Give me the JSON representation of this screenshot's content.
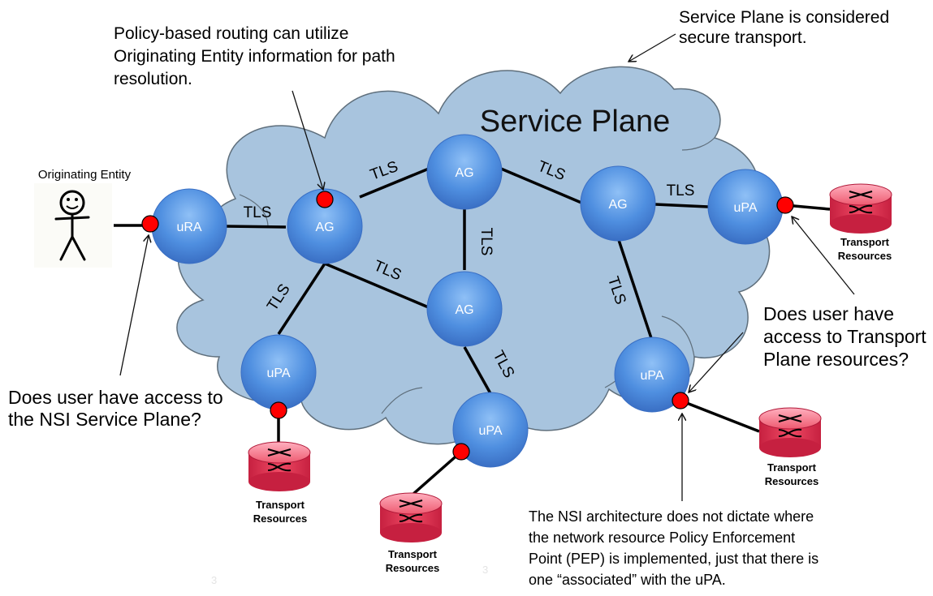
{
  "plane_label": "Service Plane",
  "annotations": {
    "service_plane_secure": [
      "Service Plane is considered",
      "secure transport."
    ],
    "policy_routing": [
      "Policy-based routing can utilize",
      "Originating Entity information for path",
      "resolution."
    ],
    "user_access_nsi": [
      "Does user have access to",
      "the NSI Service Plane?"
    ],
    "user_access_transport": [
      "Does user have",
      "access to Transport",
      "Plane resources?"
    ],
    "nsi_pep": [
      "The NSI architecture does not dictate where",
      "the network resource Policy Enforcement",
      "Point (PEP) is implemented, just that there is",
      "one “associated” with the uPA."
    ]
  },
  "originating_entity_label": "Originating Entity",
  "nodes": {
    "ura": "uRA",
    "ag_left": "AG",
    "ag_top": "AG",
    "ag_mid": "AG",
    "ag_right": "AG",
    "upa_topright": "uPA",
    "upa_bottomleft": "uPA",
    "upa_bottommid": "uPA",
    "upa_bottomright": "uPA"
  },
  "link_label": "TLS",
  "transport_label": [
    "Transport",
    "Resources"
  ],
  "page_numbers": [
    "3",
    "3"
  ],
  "colors": {
    "cloud_fill": "#a8c4de",
    "cloud_stroke": "#5f6f7c",
    "node_fill": "#4f8fe0",
    "pep_dot": "#ff0000",
    "router_fill": "#e83a56"
  }
}
